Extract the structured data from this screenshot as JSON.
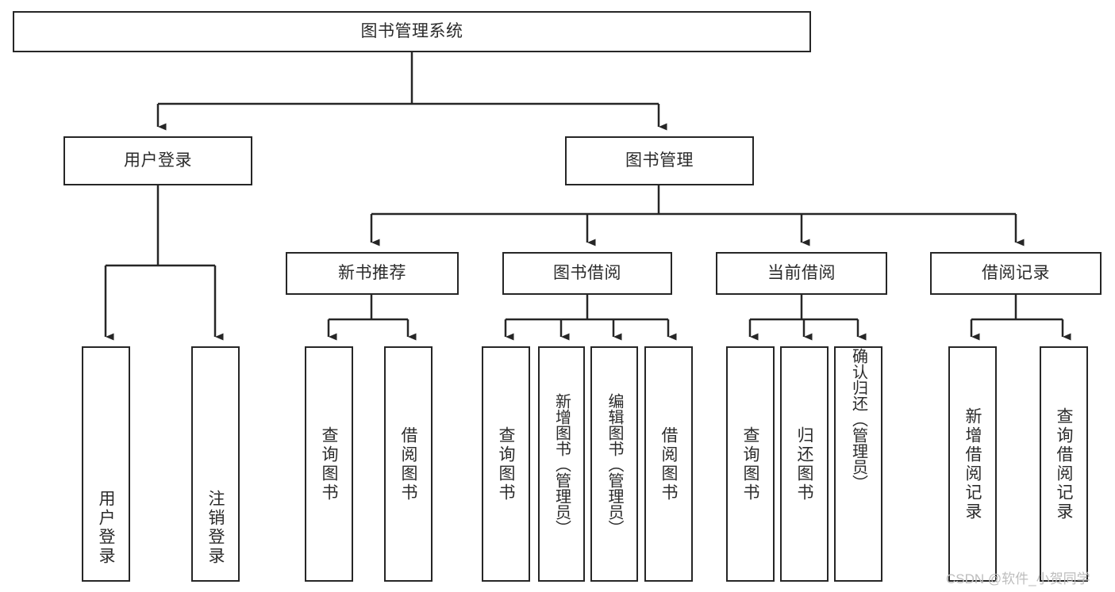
{
  "diagram": {
    "title": "图书管理系统",
    "watermark": "CSDN @软件_小贺同学",
    "colors": {
      "box_border": "#262626",
      "box_fill": "#ffffff",
      "edge": "#333333",
      "text": "#2b2b2b",
      "watermark": "#bdbdbd",
      "background": "#ffffff"
    },
    "root": {
      "label": "图书管理系统"
    },
    "level2": [
      {
        "label": "用户登录"
      },
      {
        "label": "图书管理"
      }
    ],
    "level3": [
      {
        "label": "新书推荐"
      },
      {
        "label": "图书借阅"
      },
      {
        "label": "当前借阅"
      },
      {
        "label": "借阅记录"
      }
    ],
    "leaves": {
      "user_login": [
        {
          "label": "用户登录"
        },
        {
          "label": "注销登录"
        }
      ],
      "new_book_recommend": [
        {
          "label": "查询图书"
        },
        {
          "label": "借阅图书"
        }
      ],
      "book_borrow": [
        {
          "label": "查询图书"
        },
        {
          "label": "新增图书（管理员）"
        },
        {
          "label": "编辑图书（管理员）"
        },
        {
          "label": "借阅图书"
        }
      ],
      "current_borrow": [
        {
          "label": "查询图书"
        },
        {
          "label": "归还图书"
        },
        {
          "label": "确认归还（管理员）"
        }
      ],
      "borrow_record": [
        {
          "label": "新增借阅记录"
        },
        {
          "label": "查询借阅记录"
        }
      ]
    }
  }
}
